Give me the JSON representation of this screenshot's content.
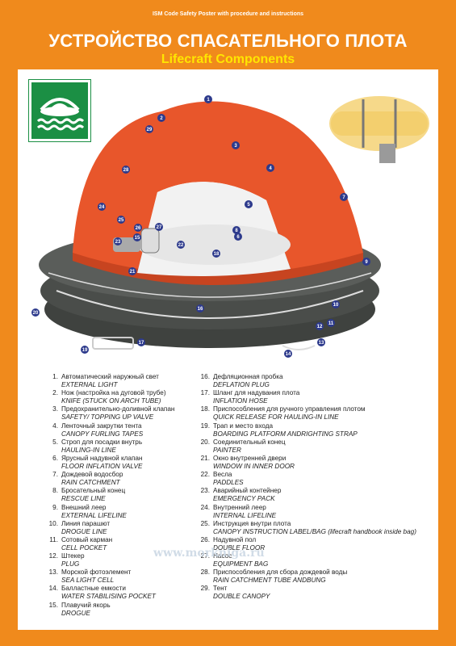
{
  "header": {
    "top_note": "ISM Code Safety Poster with procedure and instructions",
    "title_ru": "УСТРОЙСТВО СПАСАТЕЛЬНОГО ПЛОТА",
    "title_en": "Lifecraft Components"
  },
  "watermark": "www.morkniga.ru",
  "colors": {
    "frame": "#f08a1c",
    "sign": "#1b8f44",
    "canopy": "#e8562b",
    "tube": "#4a4d4a",
    "marker": "#2d3a8c"
  },
  "legend_left": [
    {
      "n": "1.",
      "ru": "Автоматический наружный свет",
      "en": "EXTERNAL LIGHT"
    },
    {
      "n": "2.",
      "ru": "Нож (настройка на дуговой трубе)",
      "en": "KNIFE (STUCK  ON ARCH TUBE)"
    },
    {
      "n": "3.",
      "ru": "Предохранительно-доливной клапан",
      "en": "SAFETY/ TOPPING UP VALVE"
    },
    {
      "n": "4.",
      "ru": "Ленточный закрутки тента",
      "en": "CANOPY FURLING TAPES"
    },
    {
      "n": "5.",
      "ru": "Строп для посадки внутрь",
      "en": "HAULING-IN LINE"
    },
    {
      "n": "6.",
      "ru": "Ярусный надувной клапан",
      "en": "FLOOR INFLATION VALVE"
    },
    {
      "n": "7.",
      "ru": "Дождевой водосбор",
      "en": "RAIN CATCHMENT"
    },
    {
      "n": "8.",
      "ru": "Бросательный конец",
      "en": "RESCUE LINE"
    },
    {
      "n": "9.",
      "ru": "Внешний леер",
      "en": "EXTERNAL LIFELINE"
    },
    {
      "n": "10.",
      "ru": "Линия парашют",
      "en": "DROGUE LINE"
    },
    {
      "n": "11.",
      "ru": "Сотовый карман",
      "en": "CELL POCKET"
    },
    {
      "n": "12.",
      "ru": "Штекер",
      "en": "PLUG"
    },
    {
      "n": "13.",
      "ru": "Морской фотоэлемент",
      "en": "SEA LIGHT CELL"
    },
    {
      "n": "14.",
      "ru": "Балластные емкости",
      "en": "WATER STABILISING POCKET"
    },
    {
      "n": "15.",
      "ru": "Плавучий якорь",
      "en": "DROGUE"
    }
  ],
  "legend_right": [
    {
      "n": "16.",
      "ru": "Дефляционная пробка",
      "en": "DEFLATION PLUG"
    },
    {
      "n": "17.",
      "ru": "Шланг для надувания плота",
      "en": "INFLATION HOSE"
    },
    {
      "n": "18.",
      "ru": "Приспособления для ручного управления плотом",
      "en": "QUICK RELEASE FOR HAULING-IN LINE"
    },
    {
      "n": "19.",
      "ru": "Трап и место входа",
      "en": "BOARDING PLATFORM ANDRIGHTING STRAP"
    },
    {
      "n": "20.",
      "ru": "Соединительный конец",
      "en": "PAINTER"
    },
    {
      "n": "21.",
      "ru": "Окно внутренней двери",
      "en": "WINDOW IN INNER DOOR"
    },
    {
      "n": "22.",
      "ru": "Весла",
      "en": "PADDLES"
    },
    {
      "n": "23.",
      "ru": "Аварийный контейнер",
      "en": "EMERGENCY PACK"
    },
    {
      "n": "24.",
      "ru": "Внутренний леер",
      "en": "INTERNAL LIFELINE"
    },
    {
      "n": "25.",
      "ru": "Инструкция внутри плота",
      "en": "CANOPY INSTRUCTION LABEL/BAG (lifecraft handbook inside bag)"
    },
    {
      "n": "26.",
      "ru": "Надувной пол",
      "en": "DOUBLE FLOOR"
    },
    {
      "n": "27.",
      "ru": "Насос",
      "en": "EQUIPMENT BAG"
    },
    {
      "n": "28.",
      "ru": "Приспособления для сбора дождевой воды",
      "en": "RAIN CATCHMENT TUBE ANDBUNG"
    },
    {
      "n": "29.",
      "ru": "Тент",
      "en": "DOUBLE CANOPY"
    }
  ],
  "callouts": [
    "1",
    "2",
    "3",
    "4",
    "5",
    "6",
    "7",
    "8",
    "9",
    "10",
    "11",
    "12",
    "13",
    "14",
    "15",
    "16",
    "17",
    "18",
    "19",
    "20",
    "21",
    "22",
    "23",
    "24",
    "25",
    "26",
    "27",
    "28",
    "29"
  ]
}
